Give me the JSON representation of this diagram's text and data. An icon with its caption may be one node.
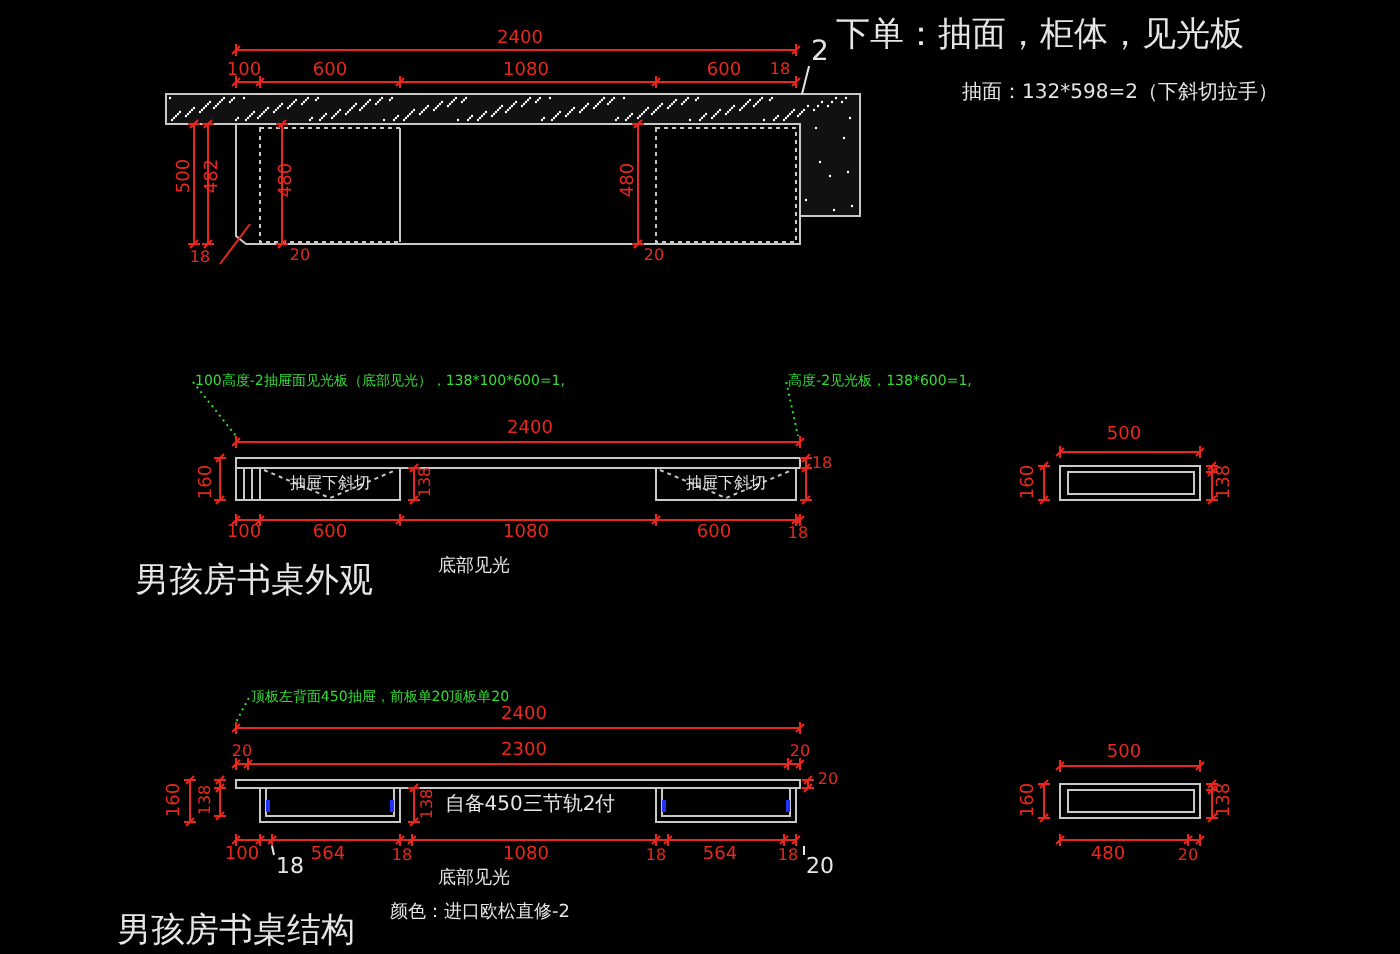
{
  "diagram": {
    "nodes": [
      {
        "text": [
          "100高度-2抽屉面见光板（底部见光），138*100*600=1,"
        ]
      },
      {
        "text": [
          "高度-2见光板，138*600=1,"
        ]
      },
      {
        "text": [
          "顶板左背面450抽屉，前板单20顶板单20"
        ]
      },
      {
        "text": [
          "2"
        ]
      },
      {
        "text": [
          "18"
        ]
      },
      {
        "text": [
          "20"
        ]
      },
      {
        "text": [],
        "shape": "picture"
      },
      {
        "text": [],
        "shape": "picture"
      },
      {
        "text": [],
        "shape": "picture"
      }
    ],
    "edges": [
      {
        "from": 0,
        "to": 7,
        "arrow": "none",
        "style": "dashed",
        "color": "#33dd33"
      },
      {
        "from": 1,
        "to": 7,
        "arrow": "none",
        "style": "dashed",
        "color": "#33dd33"
      },
      {
        "from": 2,
        "to": 8,
        "arrow": "none",
        "style": "dashed",
        "color": "#33dd33"
      },
      {
        "from": 3,
        "to": 6,
        "arrow": "none",
        "color": "#e6e6e6"
      },
      {
        "from": 4,
        "to": 8,
        "arrow": "none",
        "color": "#e6e6e6"
      },
      {
        "from": 5,
        "to": 8,
        "arrow": "none",
        "color": "#e6e6e6"
      }
    ],
    "labels": [
      "下单：抽面，柜体，见光板",
      "抽面：132*598=2（下斜切拉手）",
      "2400",
      "100",
      "600",
      "1080",
      "600",
      "18",
      "500",
      "482",
      "480",
      "480",
      "18",
      "20",
      "20",
      "2400",
      "160",
      "抽屉下斜切",
      "138",
      "抽屉下斜切",
      "18",
      "100",
      "600",
      "1080",
      "600",
      "18",
      "底部见光",
      "男孩房书桌外观",
      "500",
      "160",
      "138",
      "2400",
      "20",
      "2300",
      "20",
      "160",
      "138",
      "20",
      "138",
      "自备450三节轨2付",
      "100",
      "564",
      "18",
      "1080",
      "18",
      "564",
      "18",
      "底部见光",
      "颜色：进口欧松直修-2",
      "男孩房书桌结构",
      "500",
      "160",
      "138",
      "480",
      "20"
    ]
  }
}
